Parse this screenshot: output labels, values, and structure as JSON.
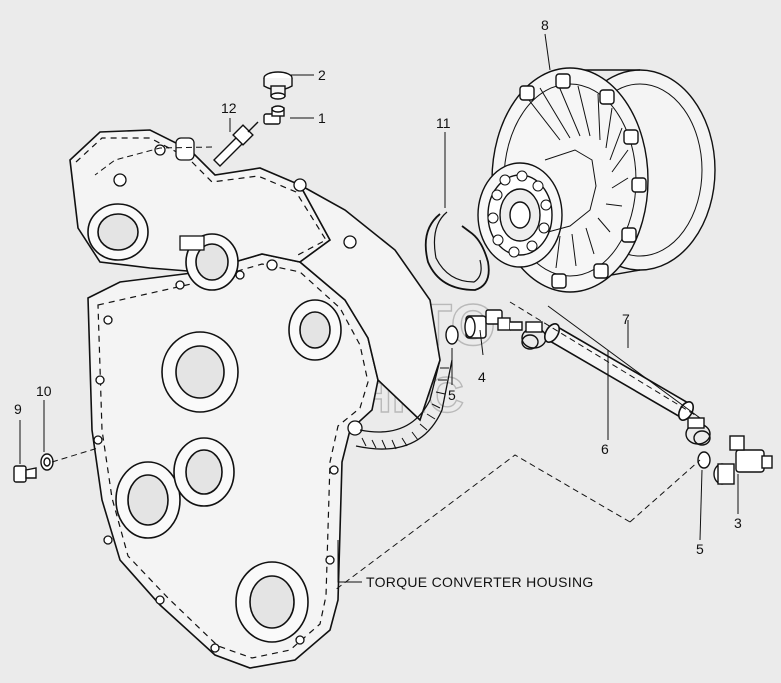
{
  "callouts": {
    "c1": "1",
    "c2": "2",
    "c3": "3",
    "c4": "4",
    "c5a": "5",
    "c5b": "5",
    "c6": "6",
    "c7": "7",
    "c8": "8",
    "c9": "9",
    "c10": "10",
    "c11": "11",
    "c12": "12"
  },
  "caption": "TORQUE CONVERTER HOUSING",
  "watermark": {
    "line1": "АВТО",
    "line2": "АЛЬЯНС"
  },
  "colors": {
    "background": "#ebebeb",
    "line": "#111111",
    "watermark": "#b9b9b9"
  }
}
